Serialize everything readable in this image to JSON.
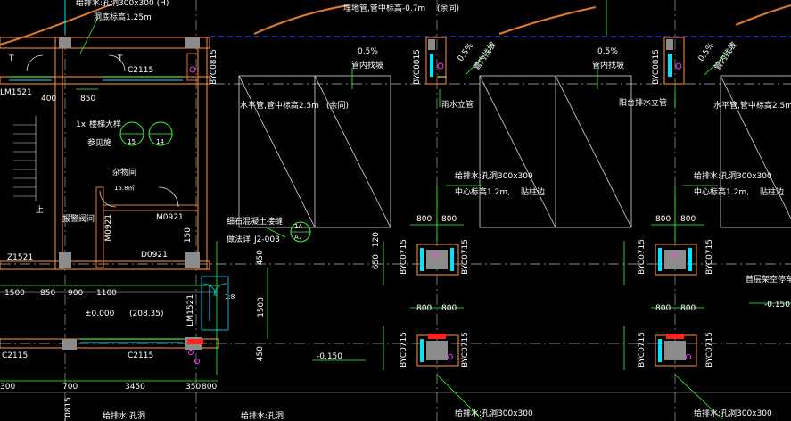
{
  "colors": {
    "background": "#000000",
    "wall": "#e07b2c",
    "text": "#ffffff",
    "dimension": "#33ff33",
    "linework": "#dddddd",
    "axis": "#bbbbbb",
    "pipe": "#e07b2c",
    "blue_dashed": "#3344ff",
    "cyan": "#00e5ff",
    "magenta": "#ff33ff",
    "red": "#ff2020",
    "yellow": "#ffff44",
    "column_fill": "#8c8c8c"
  },
  "labels": {
    "top_left_pipe": "给排水:孔洞300x300 (H)",
    "top_left_elev": "洞底标高1.25m",
    "top_mid_pipe": "埋地管,管中标高-0.7m",
    "top_mid_same": "(余同)",
    "slope1": "0.5%",
    "slope_inside1": "管内找坡",
    "slope2": "0.5%",
    "slope_inside2": "管内找坡",
    "slope3": "0.5%",
    "slope_inside3": "管内找坡",
    "slope4": "0.5%",
    "slope_inside4": "管内找坡",
    "horiz_pipe1": "水平管,管中标高2.5m",
    "horiz_pipe1_same": "(余同)",
    "rain_riser": "雨水立管",
    "balcony_riser": "阳台排水立管",
    "horiz_pipe2": "水平管,管中标高2.5m",
    "hole1": "给排水:孔洞300x300",
    "hole1_center": "中心标高1.2m,",
    "hole1_attach": "贴柱边",
    "hole2": "给排水:孔洞300x300",
    "hole2_center": "中心标高1.2m,",
    "hole2_attach": "贴柱边",
    "fine_stone": "细石混凝土接缝",
    "practice": "做法详",
    "practice_ref": "J2-003",
    "ref1a": "1A",
    "ref_a7": "A7",
    "ref15": "15",
    "ref14": "14",
    "stairs": "楼梯大样",
    "see_detail": "参见施",
    "storage": "杂物间",
    "storage_area": "15.8㎡",
    "pipe_well": "报警阀间",
    "m0921": "M0921",
    "m0921_v": "M0921",
    "d0921": "D0921",
    "c2115a": "C2115",
    "c2115b": "C2115",
    "c2115c": "C2115",
    "lm1521": "LM1521",
    "lm1521_v": "LM1521",
    "z1521": "Z1521",
    "elev_pm": "±0.000",
    "elev_alt": "(208.35)",
    "elev_m150a": "-0.150",
    "elev_m150b": "-0.150",
    "first_floor": "首层架空停车",
    "byc0815_1": "BYC0815",
    "byc0815_2": "BYC0815",
    "byc0815_3": "BYC0815",
    "byc0815_4": "BYC0815",
    "byc0715_1": "BYC0715",
    "byc0715_2": "BYC0715",
    "byc0715_3": "BYC0715",
    "byc0715_4": "BYC0715",
    "byc0715_5": "BYC0715",
    "byc0715_6": "BYC0715",
    "byc0715_7": "BYC0715",
    "byc0715_8": "BYC0715",
    "dim_400": "400",
    "dim_850a": "850",
    "dim_1500": "1500",
    "dim_850b": "850",
    "dim_900": "900",
    "dim_1100": "1100",
    "dim_300": "300",
    "dim_700": "700",
    "dim_3450": "3450",
    "dim_350": "350",
    "dim_800": "800",
    "dim_150": "150",
    "dim_1500v": "1500",
    "dim_450": "450",
    "dim_450b": "450",
    "dim_800a": "800",
    "dim_800b": "800",
    "dim_800c": "800",
    "dim_800d": "800",
    "dim_800e": "800",
    "dim_800f": "800",
    "dim_800g": "800",
    "dim_800h": "800",
    "dim_120": "120",
    "dim_650": "650",
    "dim_1x": "1x",
    "dim_1x8": "1:8",
    "up": "上",
    "t_mark1": "T",
    "t_mark2": "T",
    "bottom_pipe1": "给排水:孔洞300x300",
    "bottom_pipe2": "给排水:孔洞300x300",
    "bottom_left1": "给排水:孔洞",
    "bottom_left2": "给排水:孔洞"
  }
}
